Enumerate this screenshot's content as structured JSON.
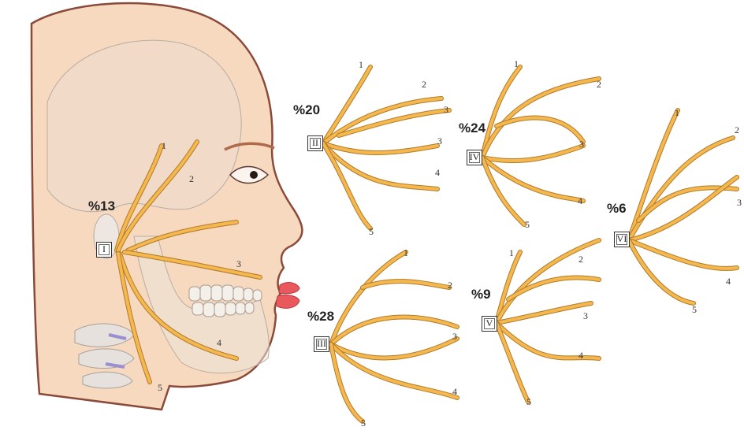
{
  "percentages": {
    "type1": "%13",
    "type2": "%20",
    "type3": "%28",
    "type4": "%24",
    "type5": "%9",
    "type6": "%6"
  },
  "type_labels": {
    "type1": "I",
    "type2": "II",
    "type3": "III",
    "type4": "IV",
    "type5": "V",
    "type6": "VI"
  },
  "branch_numbers": [
    "1",
    "2",
    "3",
    "4",
    "5"
  ],
  "colors": {
    "nerve": "#f5b84f",
    "nerve_outline": "#b07a2a",
    "skin": "#f7d9bf",
    "skin_outline": "#8a4a3a",
    "lips": "#e8585c"
  }
}
